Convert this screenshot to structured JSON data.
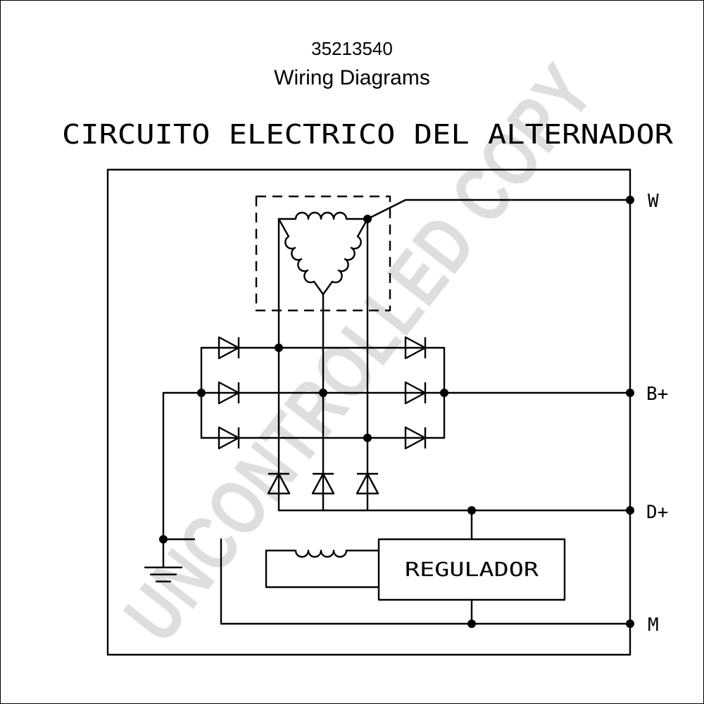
{
  "header": {
    "part_number": "35213540",
    "title": "Wiring Diagrams"
  },
  "diagram": {
    "heading": "CIRCUITO ELECTRICO DEL ALTERNADOR",
    "terminals": {
      "w": "W",
      "b_plus": "B+",
      "d_plus": "D+",
      "m": "M"
    },
    "regulator_label": "REGULADOR",
    "watermark": "UNCONTROLLED COPY"
  }
}
